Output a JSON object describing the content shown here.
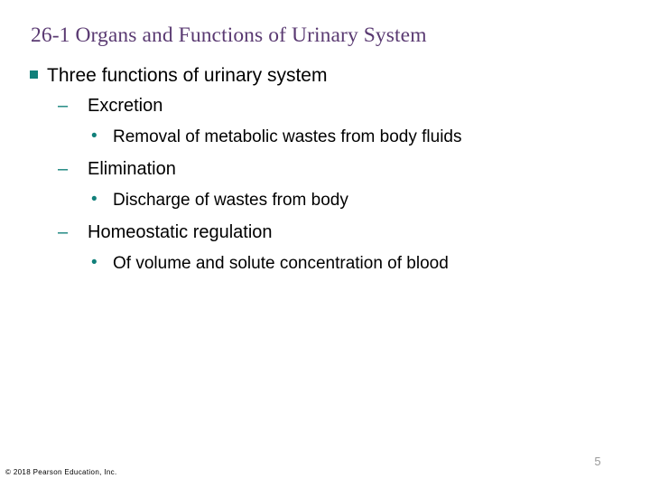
{
  "slide": {
    "title": "26-1 Organs and Functions of Urinary System",
    "title_color": "#5A3A72",
    "background_color": "#FFFFFF",
    "marker_color": "#11807A",
    "body_text_color": "#000000",
    "page_number": "5",
    "copyright": "© 2018 Pearson Education, Inc.",
    "page_number_color": "#9A9A9A"
  },
  "outline": [
    {
      "level": 1,
      "marker": "square-bullet",
      "text": "Three functions of urinary system"
    },
    {
      "level": 2,
      "marker": "en-dash-bullet",
      "text": "Excretion"
    },
    {
      "level": 3,
      "marker": "round-bullet",
      "text": "Removal of metabolic wastes from body fluids"
    },
    {
      "level": 2,
      "marker": "en-dash-bullet",
      "text": "Elimination"
    },
    {
      "level": 3,
      "marker": "round-bullet",
      "text": "Discharge of wastes from body"
    },
    {
      "level": 2,
      "marker": "en-dash-bullet",
      "text": "Homeostatic regulation"
    },
    {
      "level": 3,
      "marker": "round-bullet",
      "text": "Of volume and solute concentration of blood"
    }
  ],
  "glyphs": {
    "en_dash": "–",
    "round_dot": "•"
  }
}
